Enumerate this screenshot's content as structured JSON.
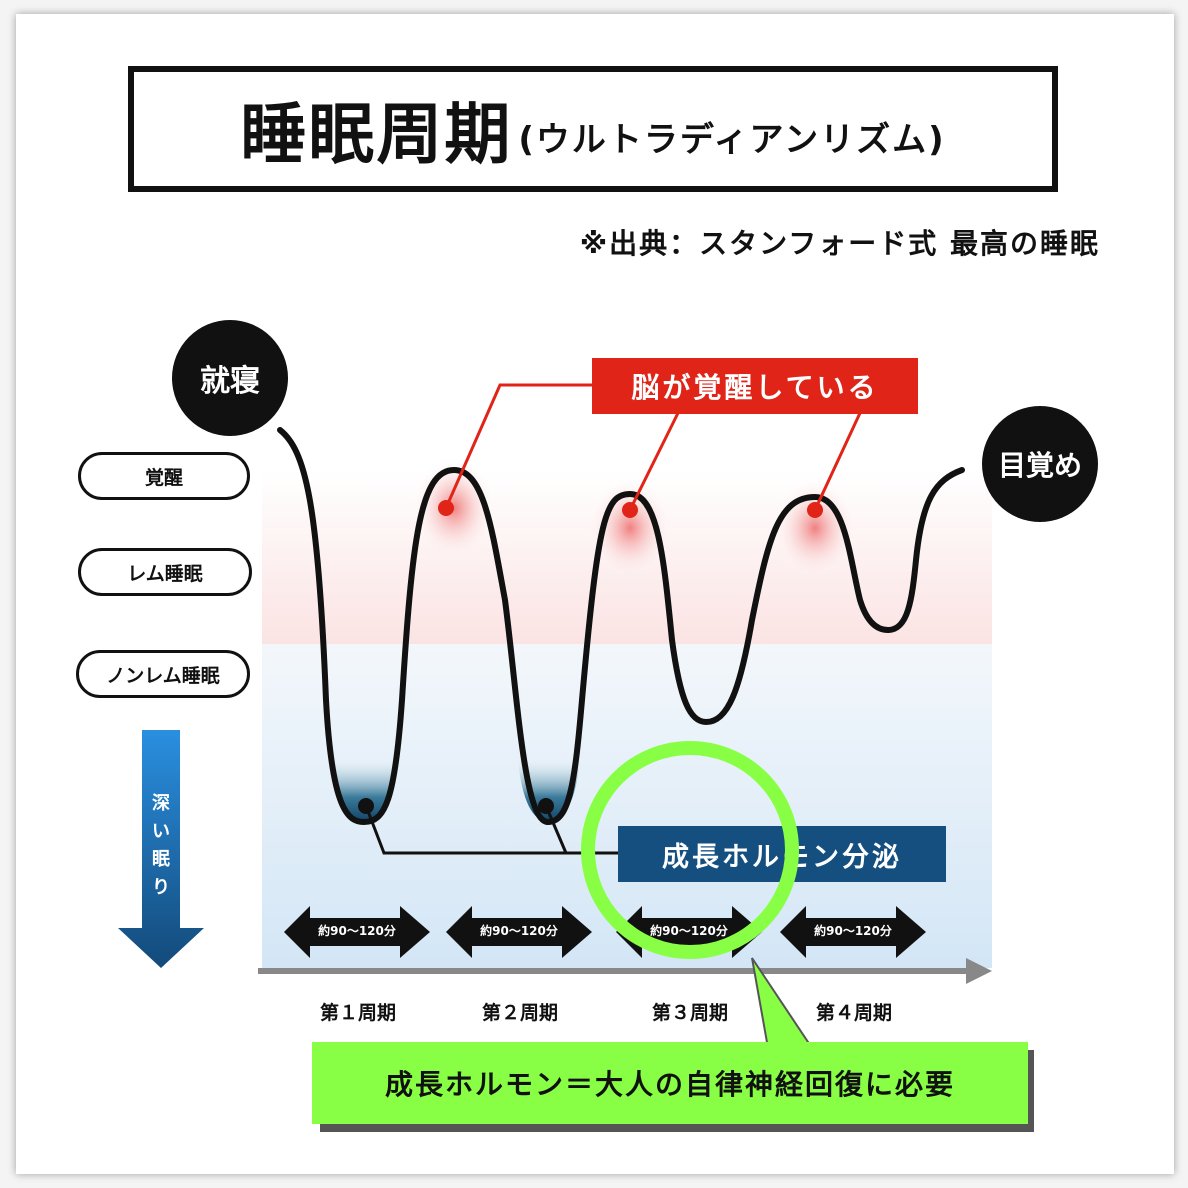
{
  "title": {
    "main": "睡眠周期",
    "sub": "(ウルトラディアンリズム)"
  },
  "source": "※出典：スタンフォード式 最高の睡眠",
  "levels": {
    "awake": "覚醒",
    "rem": "レム睡眠",
    "nonrem": "ノンレム睡眠"
  },
  "deep_sleep": [
    "深",
    "い",
    "眠",
    "り"
  ],
  "start": "就寝",
  "end": "目覚め",
  "callouts": {
    "brain_awake": "脳が覚醒している",
    "growth_hormone": "成長ホルモン分泌"
  },
  "cycle_length": "約90〜120分",
  "periods": [
    "第１周期",
    "第２周期",
    "第３周期",
    "第４周期"
  ],
  "note": "成長ホルモン＝大人の自律神経回復に必要",
  "colors": {
    "red": "#e02418",
    "navy": "#154f80",
    "green": "#88ff44",
    "blue_arrow": "#1a78c8"
  }
}
